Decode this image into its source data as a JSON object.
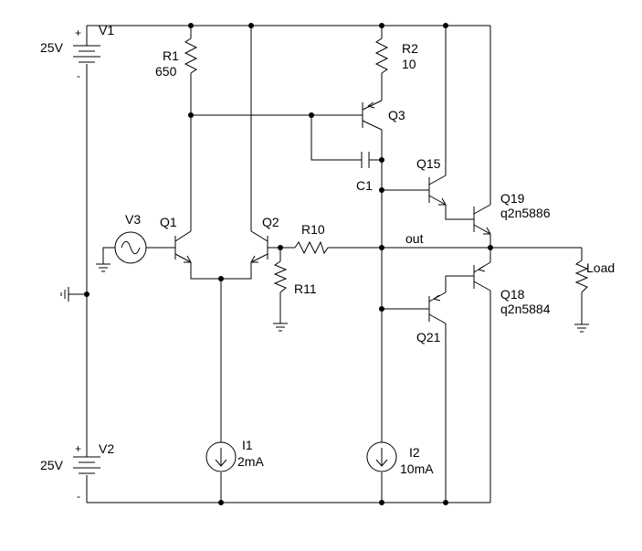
{
  "components": {
    "v1": {
      "name": "V1",
      "value": "25V",
      "plus": "+",
      "minus": "-"
    },
    "v2": {
      "name": "V2",
      "value": "25V",
      "plus": "+",
      "minus": "-"
    },
    "v3": {
      "name": "V3"
    },
    "r1": {
      "name": "R1",
      "value": "650"
    },
    "r2": {
      "name": "R2",
      "value": "10"
    },
    "r10": {
      "name": "R10"
    },
    "r11": {
      "name": "R11"
    },
    "c1": {
      "name": "C1"
    },
    "q1": {
      "name": "Q1"
    },
    "q2": {
      "name": "Q2"
    },
    "q3": {
      "name": "Q3"
    },
    "q15": {
      "name": "Q15"
    },
    "q18": {
      "name": "Q18",
      "model": "q2n5884"
    },
    "q19": {
      "name": "Q19",
      "model": "q2n5886"
    },
    "q21": {
      "name": "Q21"
    },
    "i1": {
      "name": "I1",
      "value": "2mA"
    },
    "i2": {
      "name": "I2",
      "value": "10mA"
    },
    "load": {
      "name": "Load"
    }
  },
  "nets": {
    "out": "out"
  }
}
